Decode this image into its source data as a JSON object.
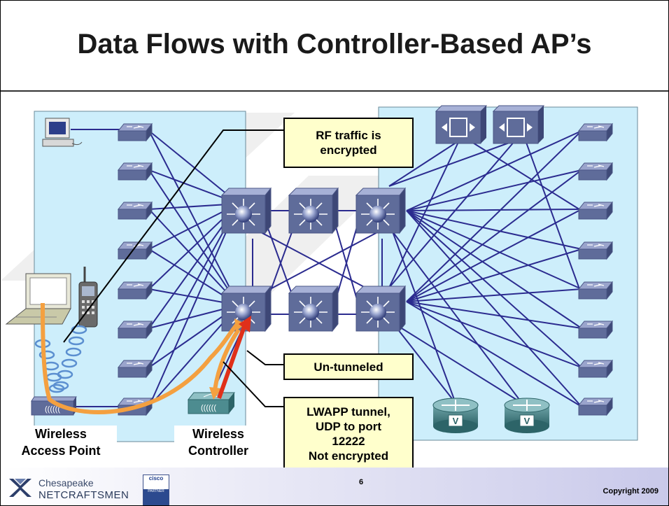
{
  "slide": {
    "title": "Data Flows with Controller-Based AP’s",
    "callouts": {
      "rf": [
        "RF traffic is",
        "encrypted"
      ],
      "untunneled": "Un-tunneled",
      "lwapp": [
        "LWAPP tunnel,",
        "UDP to port",
        "12222",
        "Not encrypted"
      ]
    },
    "labels": {
      "wap": [
        "Wireless",
        "Access Point"
      ],
      "controller": [
        "Wireless",
        "Controller"
      ]
    },
    "router_label": "V",
    "ap_label": "((((((",
    "footer": {
      "logo_line1": "Chesapeake",
      "logo_line2": "NETCRAFTSMEN",
      "badge_top": "cisco",
      "badge_bottom": "PARTNER",
      "page": "6",
      "copyright": "Copyright 2009"
    },
    "colors": {
      "link": "#2b2b8f",
      "panel": "#cdeefb",
      "callout": "#ffffcc",
      "device": "#5f6c9a",
      "flow_orange": "#f4a040",
      "flow_red": "#e0301a"
    }
  }
}
